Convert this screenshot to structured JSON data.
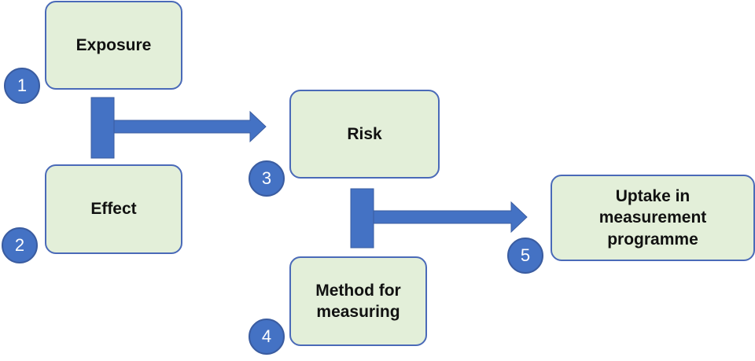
{
  "colors": {
    "box_fill": "#e3efd9",
    "box_border": "#4a6ab8",
    "connector": "#4472c4",
    "badge_fill": "#4472c4",
    "badge_text": "#ffffff"
  },
  "nodes": {
    "exposure": {
      "label": "Exposure",
      "number": "1"
    },
    "effect": {
      "label": "Effect",
      "number": "2"
    },
    "risk": {
      "label": "Risk",
      "number": "3"
    },
    "method": {
      "label": "Method for\nmeasuring",
      "number": "4"
    },
    "uptake": {
      "label": "Uptake in\nmeasurement\nprogramme",
      "number": "5"
    }
  },
  "edges": [
    {
      "from": [
        "exposure",
        "effect"
      ],
      "to": "risk",
      "icon": "arrow-right-icon"
    },
    {
      "from": [
        "risk",
        "method"
      ],
      "to": "uptake",
      "icon": "arrow-right-icon"
    }
  ]
}
